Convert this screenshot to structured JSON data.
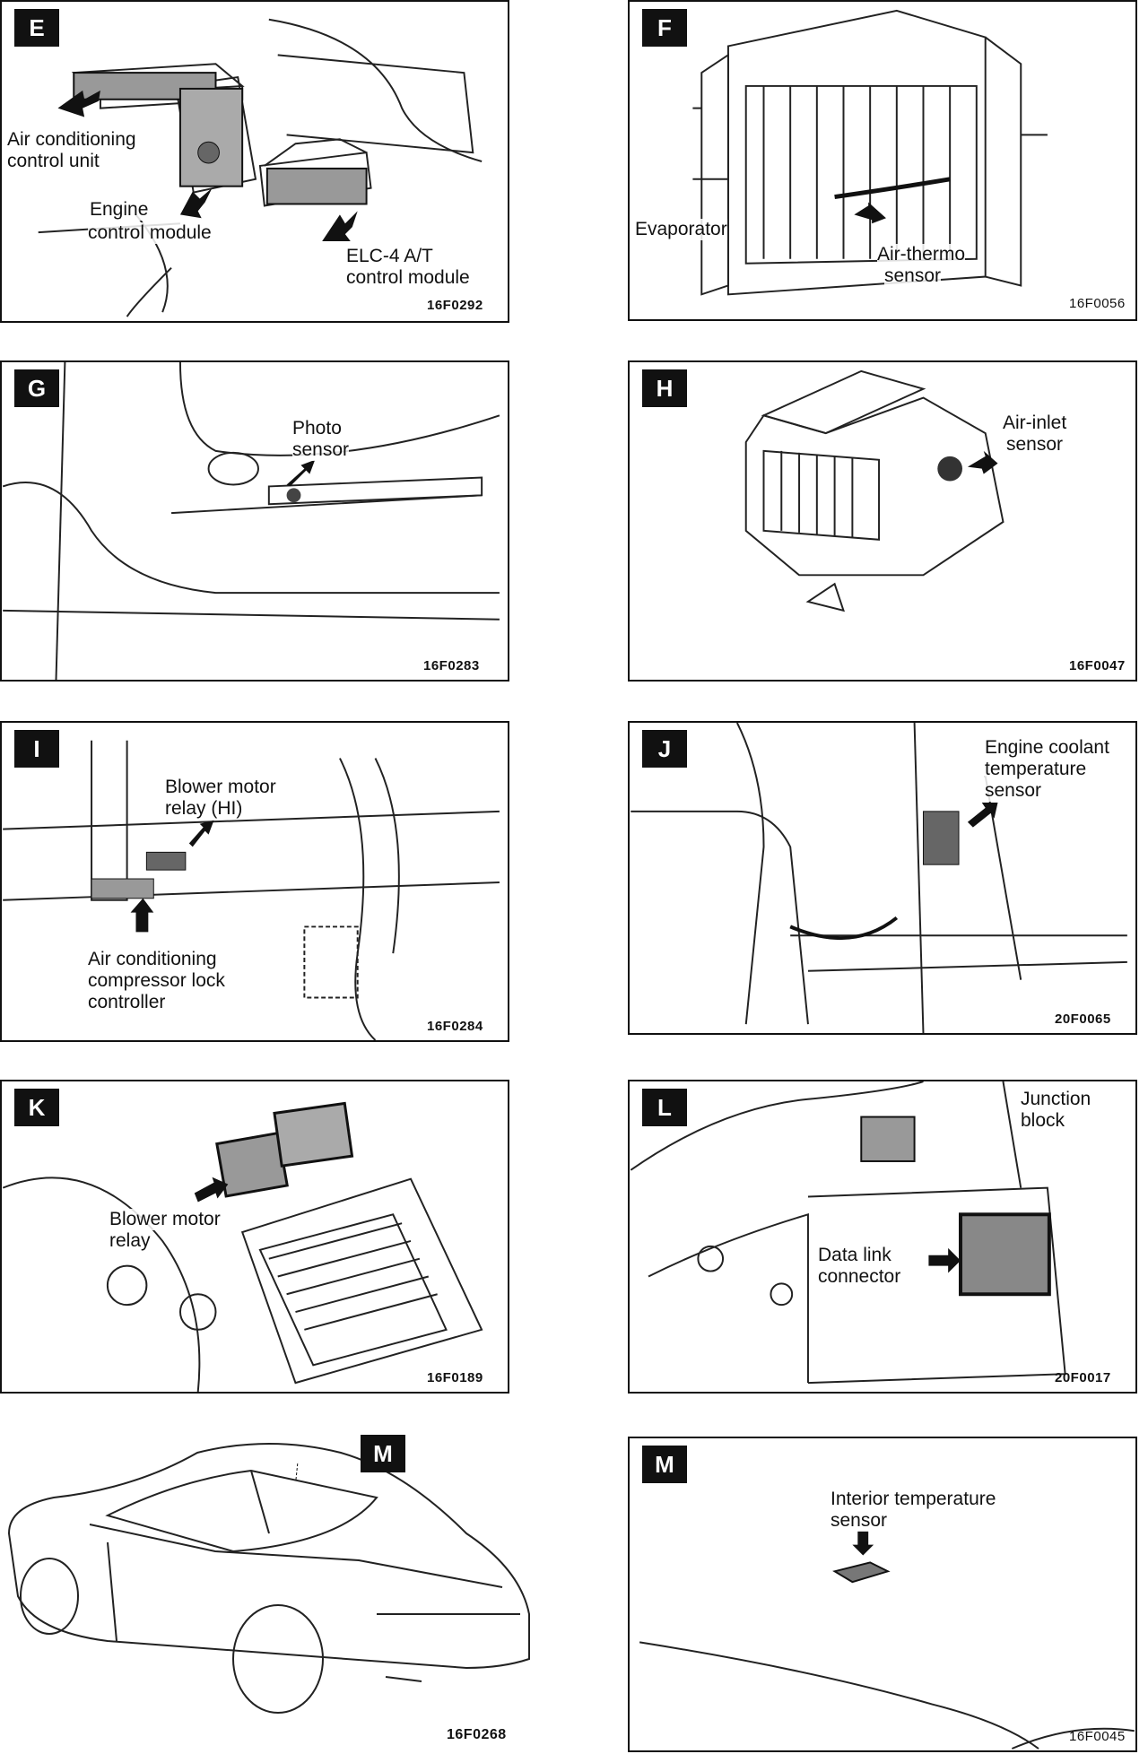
{
  "panels": {
    "E": {
      "tag": "E",
      "labels": [
        "Air conditioning",
        "control unit",
        "Engine",
        "control module",
        "ELC-4 A/T",
        "control module"
      ],
      "code": "16F0292"
    },
    "F": {
      "tag": "F",
      "labels": [
        "Evaporator",
        "Air-thermo",
        "sensor"
      ],
      "code": "16F0056"
    },
    "G": {
      "tag": "G",
      "labels": [
        "Photo",
        "sensor"
      ],
      "code": "16F0283"
    },
    "H": {
      "tag": "H",
      "labels": [
        "Air-inlet",
        "sensor"
      ],
      "code": "16F0047"
    },
    "I": {
      "tag": "I",
      "labels": [
        "Blower motor",
        "relay (HI)",
        "Air conditioning",
        "compressor lock",
        "controller"
      ],
      "code": "16F0284"
    },
    "J": {
      "tag": "J",
      "labels": [
        "Engine coolant",
        "temperature",
        "sensor"
      ],
      "code": "20F0065"
    },
    "K": {
      "tag": "K",
      "labels": [
        "Blower motor",
        "relay"
      ],
      "code": "16F0189"
    },
    "L": {
      "tag": "L",
      "labels": [
        "Junction",
        "block",
        "Data link",
        "connector"
      ],
      "code": "20F0017"
    },
    "M1": {
      "tag": "M",
      "labels": [],
      "code": "16F0268"
    },
    "M2": {
      "tag": "M",
      "labels": [
        "Interior temperature",
        "sensor"
      ],
      "code": "16F0045"
    }
  }
}
